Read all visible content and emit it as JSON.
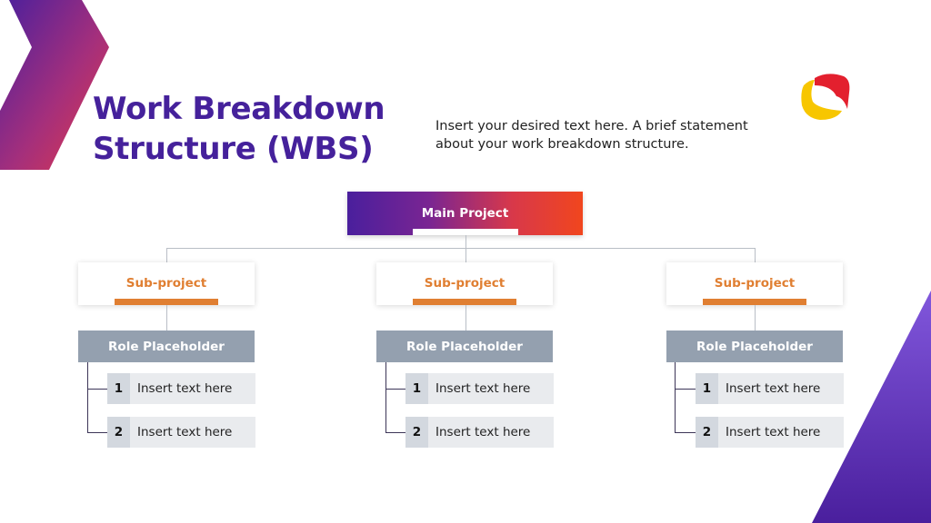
{
  "slide": {
    "title": "Work Breakdown\nStructure (WBS)",
    "description": "Insert your desired text here. A brief statement about your work breakdown structure.",
    "colors": {
      "title": "#45219b",
      "gradient_start": "#4a1f9d",
      "gradient_end": "#f1461e",
      "subproject_accent": "#e07f32",
      "role_bg": "#94a0af",
      "item_bg": "#e9ebee",
      "item_num_bg": "#d3d8df",
      "logo_red": "#e3202e",
      "logo_yellow": "#f7c600"
    }
  },
  "wbs": {
    "main": {
      "label": "Main Project"
    },
    "columns": [
      {
        "subproject": "Sub-project",
        "role": "Role Placeholder",
        "items": [
          {
            "num": "1",
            "text": "Insert text here"
          },
          {
            "num": "2",
            "text": "Insert text here"
          }
        ]
      },
      {
        "subproject": "Sub-project",
        "role": "Role Placeholder",
        "items": [
          {
            "num": "1",
            "text": "Insert text here"
          },
          {
            "num": "2",
            "text": "Insert text here"
          }
        ]
      },
      {
        "subproject": "Sub-project",
        "role": "Role Placeholder",
        "items": [
          {
            "num": "1",
            "text": "Insert text here"
          },
          {
            "num": "2",
            "text": "Insert text here"
          }
        ]
      }
    ]
  }
}
